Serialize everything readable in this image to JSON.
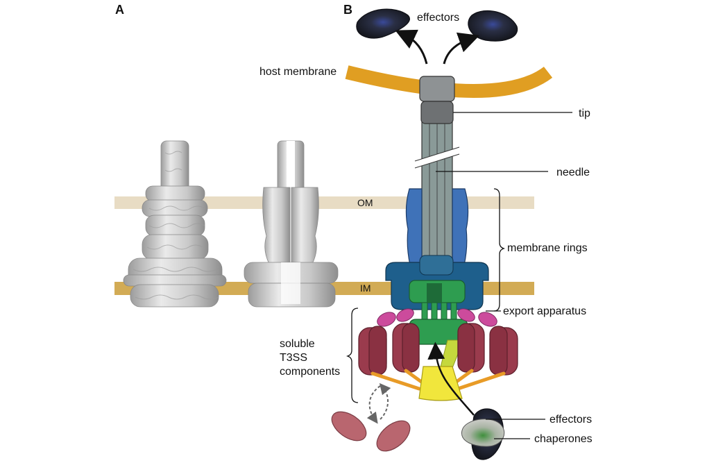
{
  "panels": {
    "a": "A",
    "b": "B"
  },
  "membranes": {
    "outer": "OM",
    "inner": "IM"
  },
  "labels": {
    "effectors_top": "effectors",
    "host_membrane": "host membrane",
    "tip": "tip",
    "needle": "needle",
    "membrane_rings": "membrane rings",
    "export_apparatus": "export apparatus",
    "soluble_1": "soluble",
    "soluble_2": "T3SS",
    "soluble_3": "components",
    "effectors_bottom": "effectors",
    "chaperones": "chaperones"
  },
  "colors": {
    "outer_membrane": "#e8dcc4",
    "inner_membrane": "#d2ab55",
    "host_membrane": "#e09e22",
    "tip": "#6e7173",
    "needle": "#8a9a98",
    "membrane_rings": "#3f72b8",
    "base_ring": "#1e5f8c",
    "export_apparatus": "#2e9d50",
    "sorting_platform": "#9a3b4d",
    "atpase": "#f1e63c",
    "effector": "#1e2130",
    "chaperone": "#b9bcb5",
    "pink_linker": "#cc4b9c",
    "orange_spoke": "#e89b27",
    "free_component": "#b9666f"
  }
}
